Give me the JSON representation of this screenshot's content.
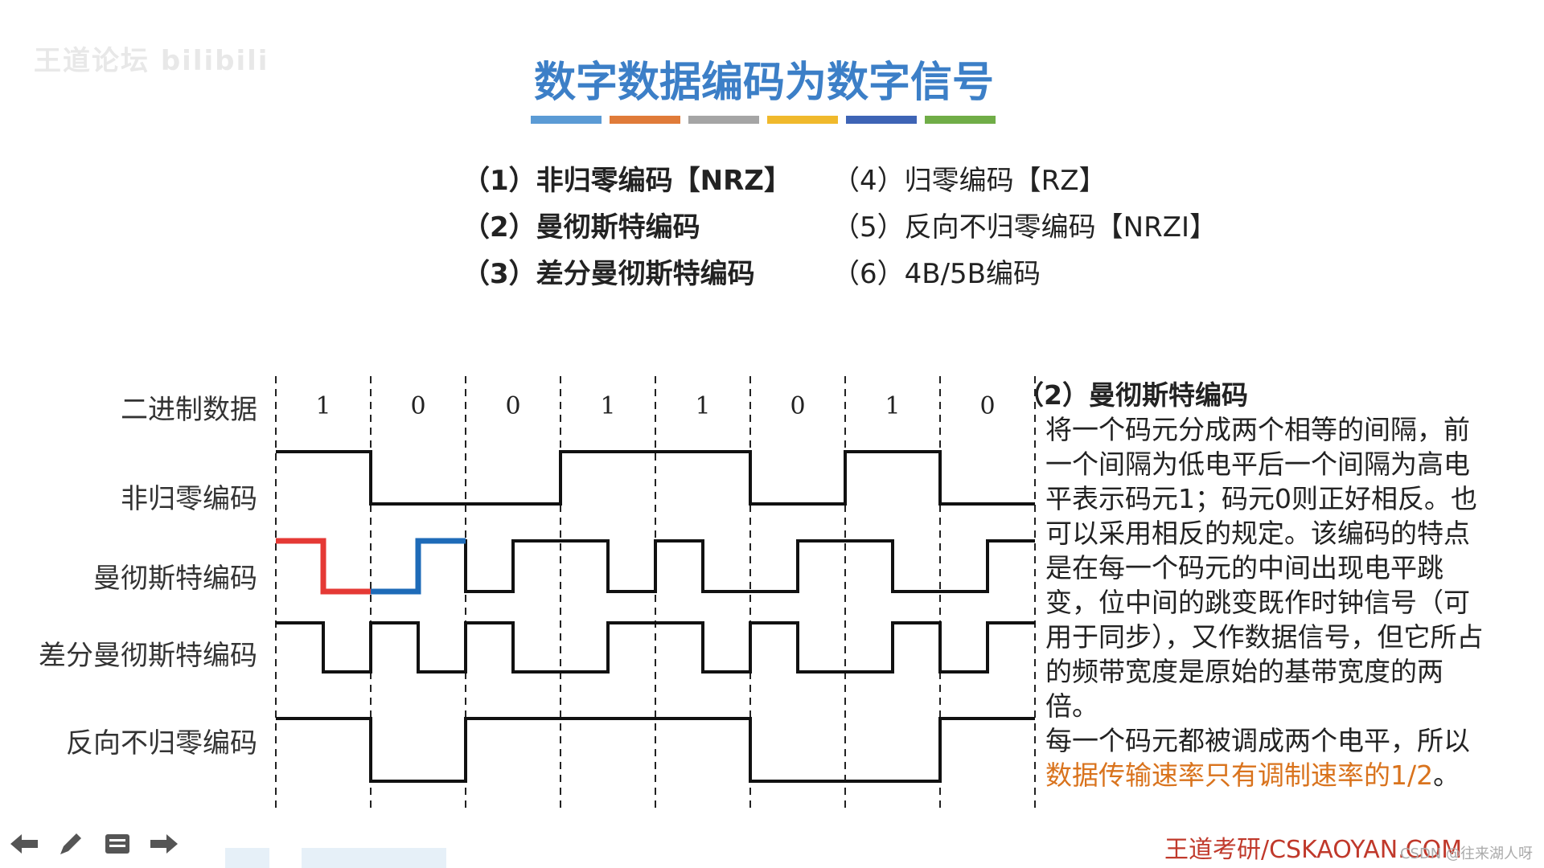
{
  "watermark": "王道论坛 bilibili",
  "title": "数字数据编码为数字信号",
  "title_bar_colors": [
    "#5b9bd5",
    "#e07b39",
    "#a5a5a5",
    "#f0b92c",
    "#3e64b5",
    "#70ad47"
  ],
  "encodings": [
    {
      "label": "（1）非归零编码【NRZ】"
    },
    {
      "label": "（2）曼彻斯特编码"
    },
    {
      "label": "（3）差分曼彻斯特编码"
    },
    {
      "label": "（4）归零编码【RZ】"
    },
    {
      "label": "（5）反向不归零编码【NRZI】"
    },
    {
      "label": "（6）4B/5B编码"
    }
  ],
  "rows": {
    "binary": "二进制数据",
    "nrz": "非归零编码",
    "manchester": "曼彻斯特编码",
    "diff_manchester": "差分曼彻斯特编码",
    "nrzi": "反向不归零编码"
  },
  "bits": [
    "1",
    "0",
    "0",
    "1",
    "1",
    "0",
    "1",
    "0"
  ],
  "highlight_colors": {
    "bit_one": "#e53935",
    "bit_zero": "#1e6bb8"
  },
  "description": {
    "heading": "（2）曼彻斯特编码",
    "body": "将一个码元分成两个相等的间隔，前一个间隔为低电平后一个间隔为高电平表示码元1；码元0则正好相反。也可以采用相反的规定。该编码的特点是在每一个码元的中间出现电平跳变，位中间的跳变既作时钟信号（可用于同步），又作数据信号，但它所占的频带宽度是原始的基带宽度的两倍。",
    "note_prefix": "每一个码元都被调成两个电平，所以",
    "note_highlight": "数据传输速率只有调制速率的1/2",
    "note_suffix": "。",
    "highlight_color": "#d9731d"
  },
  "site_mark": "王道考研/CSKAOYAN.COM",
  "csdn_mark": "CSDN @往来湖人呀",
  "toolbar": {
    "icons": [
      "arrow-left-icon",
      "pencil-icon",
      "menu-icon",
      "arrow-right-icon"
    ]
  }
}
